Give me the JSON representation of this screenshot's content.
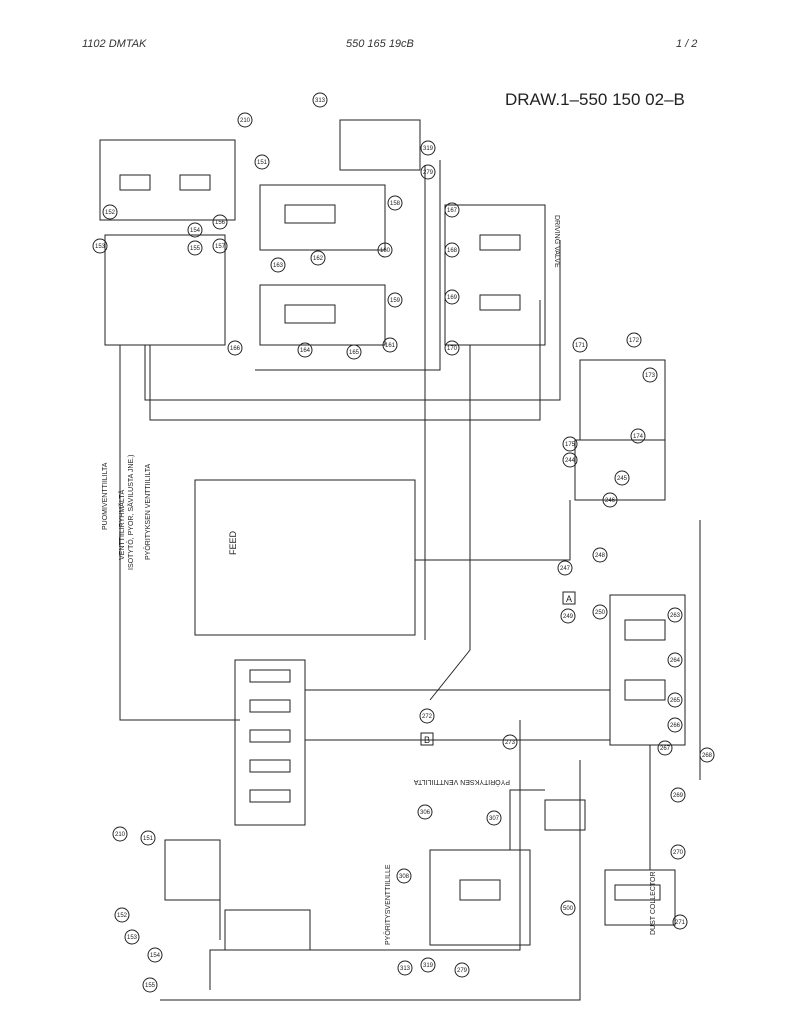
{
  "header": {
    "left": "1102  DMTAK",
    "center": "550 165 19cB",
    "right": "1 /  2"
  },
  "title": "DRAW.1–550 150 02–B",
  "labels": {
    "puomi": "PUOMIVENTTIILILTA",
    "ryhma": "VENTTIILIRYHMÄLTÄ",
    "isoputki": "ISOTYTÖ, PYOR, SÄVILUSTA JNE.)",
    "pyoritys_left": "PYÖRITYKSEN VENTTIILILTA",
    "feed": "FEED",
    "pyoritys_top": "PYÖRITYKSEN VENTTIILILTA",
    "pyoritys_vert": "PYÖRITYSVENTTIILILLE",
    "dust": "DUST COLLECTOR",
    "drive": "DRIVING VALVE",
    "box_a": "A",
    "box_b": "B"
  },
  "callouts": [
    "313",
    "319",
    "279",
    "210",
    "151",
    "152",
    "153",
    "154",
    "155",
    "156",
    "157",
    "158",
    "159",
    "160",
    "161",
    "162",
    "163",
    "164",
    "165",
    "166",
    "167",
    "168",
    "169",
    "170",
    "171",
    "172",
    "173",
    "174",
    "175",
    "244",
    "245",
    "246",
    "247",
    "248",
    "249",
    "250",
    "263",
    "264",
    "265",
    "266",
    "267",
    "268",
    "269",
    "270",
    "271",
    "272",
    "273",
    "306",
    "307",
    "308",
    "500"
  ]
}
